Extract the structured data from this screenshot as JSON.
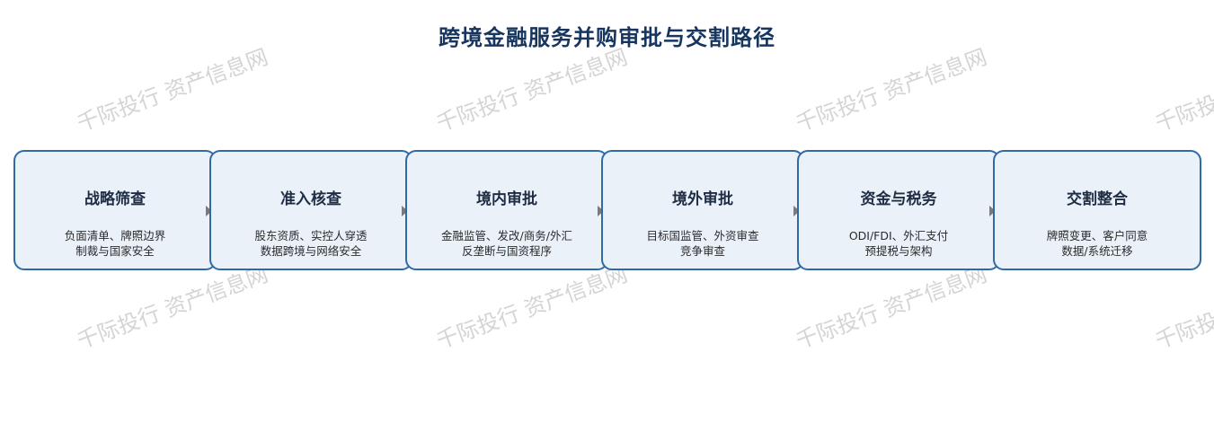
{
  "title": "跨境金融服务并购审批与交割路径",
  "watermark": "千际投行 资产信息网",
  "stages": [
    {
      "title": "战略筛查",
      "lines": [
        "负面清单、牌照边界",
        "制裁与国家安全"
      ]
    },
    {
      "title": "准入核查",
      "lines": [
        "股东资质、实控人穿透",
        "数据跨境与网络安全"
      ]
    },
    {
      "title": "境内审批",
      "lines": [
        "金融监管、发改/商务/外汇",
        "反垄断与国资程序"
      ]
    },
    {
      "title": "境外审批",
      "lines": [
        "目标国监管、外资审查",
        "竞争审查"
      ]
    },
    {
      "title": "资金与税务",
      "lines": [
        "ODI/FDI、外汇支付",
        "预提税与架构"
      ]
    },
    {
      "title": "交割整合",
      "lines": [
        "牌照变更、客户同意",
        "数据/系统迁移"
      ]
    }
  ],
  "colors": {
    "card_fill": "#eaf1f9",
    "card_border": "#2f6aa6",
    "title": "#16355f",
    "arrow": "#7b7b7b"
  }
}
